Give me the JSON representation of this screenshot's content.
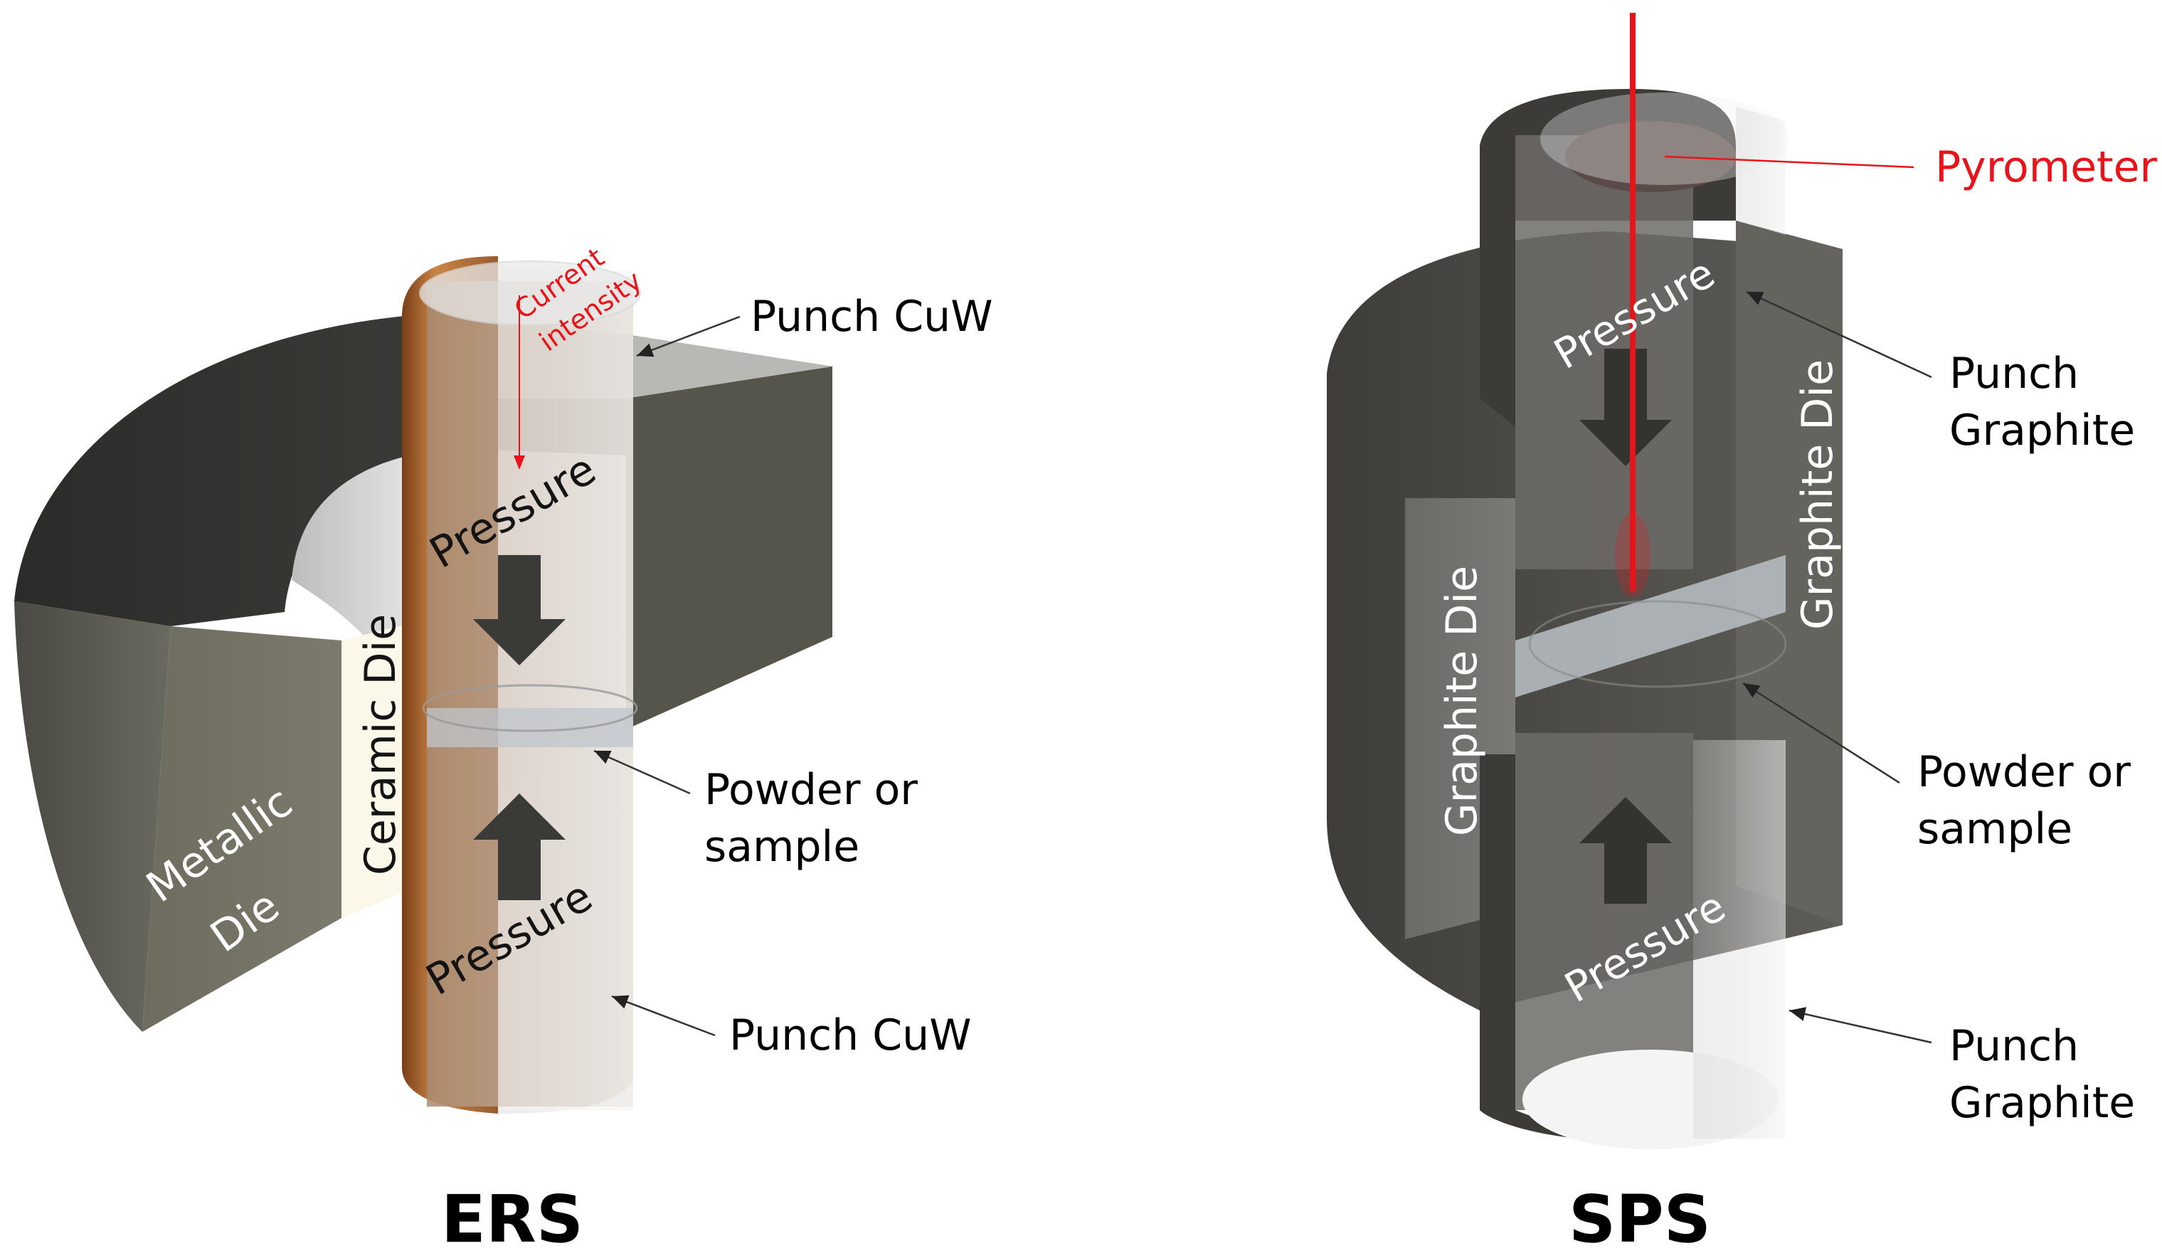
{
  "ers": {
    "title": "ERS",
    "punch_top": "Punch CuW",
    "punch_bottom": "Punch CuW",
    "current_line1": "Current",
    "current_line2": "intensity",
    "pressure_top": "Pressure",
    "pressure_bottom": "Pressure",
    "powder_line1": "Powder or",
    "powder_line2": "sample",
    "ceramic_die": "Ceramic Die",
    "metallic_line1": "Metallic",
    "metallic_line2": "Die"
  },
  "sps": {
    "title": "SPS",
    "pyrometer": "Pyrometer",
    "punch_top_line1": "Punch",
    "punch_top_line2": "Graphite",
    "punch_bottom_line1": "Punch",
    "punch_bottom_line2": "Graphite",
    "graphite_die_left": "Graphite Die",
    "graphite_die_right": "Graphite Die",
    "pressure_top": "Pressure",
    "pressure_bottom": "Pressure",
    "powder_line1": "Powder or",
    "powder_line2": "sample"
  },
  "colors": {
    "accent_red": "#e8141a",
    "die_dark": "#3a3a37",
    "copper": "#b36a3a",
    "graphite": "#55534f"
  }
}
